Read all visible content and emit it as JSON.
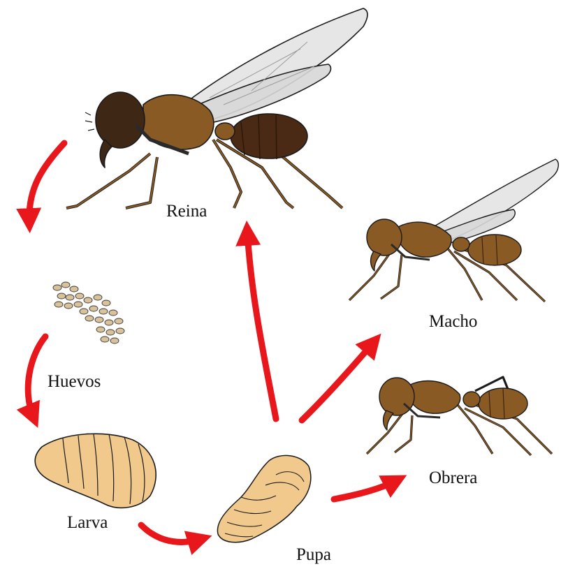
{
  "diagram": {
    "stages": {
      "queen": {
        "label": "Reina"
      },
      "eggs": {
        "label": "Huevos"
      },
      "larva": {
        "label": "Larva"
      },
      "pupa": {
        "label": "Pupa"
      },
      "male": {
        "label": "Macho"
      },
      "worker": {
        "label": "Obrera"
      }
    },
    "colors": {
      "arrow": "#e8171c",
      "ant_body": "#8a5a24",
      "ant_head": "#3f2716",
      "ant_abdomen": "#4a2a14",
      "wing": "#d8d8d8",
      "larva": "#f1c98d",
      "outline": "#1a1a1a"
    }
  }
}
